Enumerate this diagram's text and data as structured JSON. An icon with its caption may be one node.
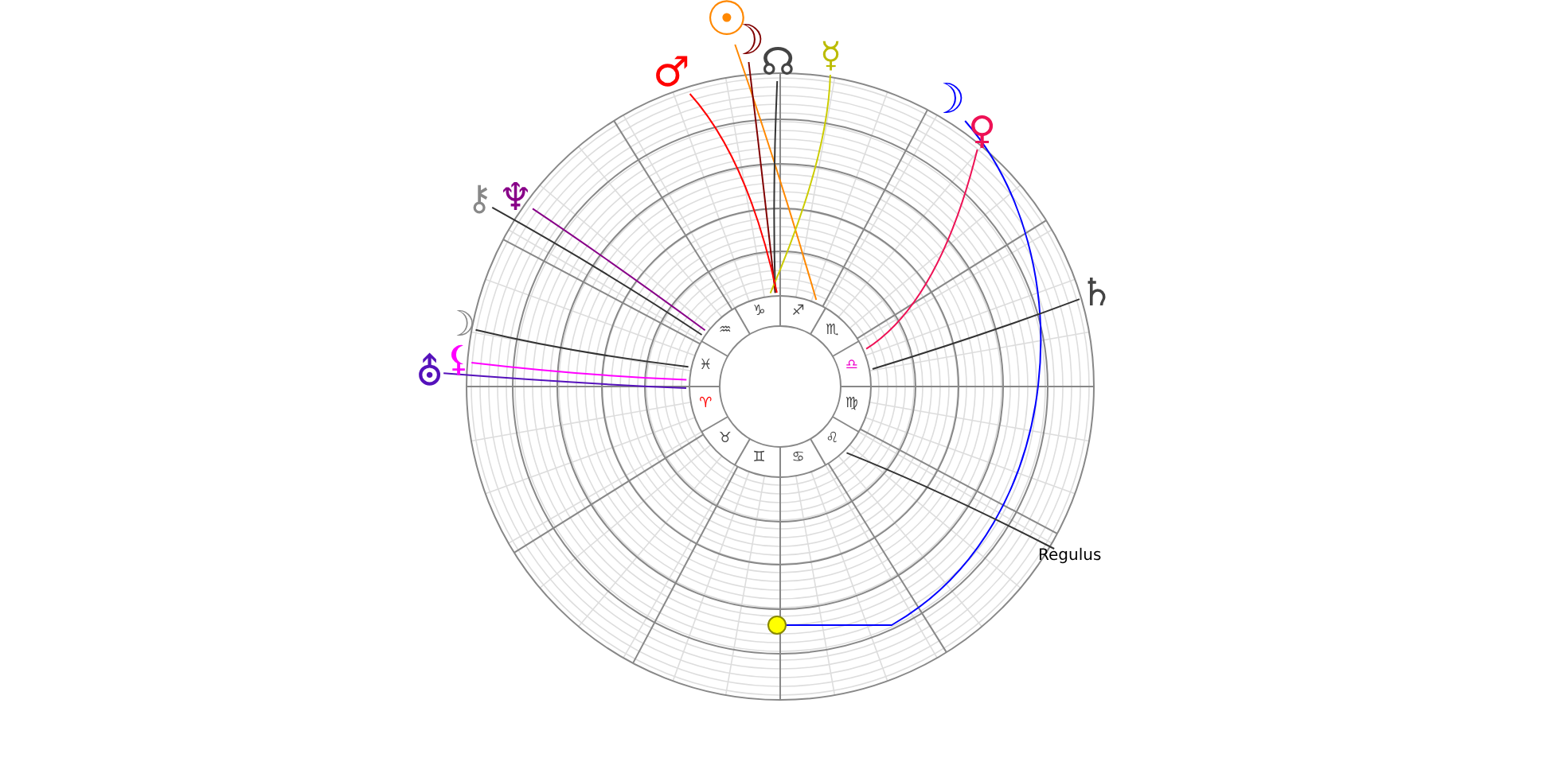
{
  "diagram": {
    "nodes": [
      {
        "text": [
          "☉"
        ]
      },
      {
        "text": [
          "☽"
        ]
      },
      {
        "text": [
          "☊"
        ]
      },
      {
        "text": [
          "☿"
        ]
      },
      {
        "text": [
          "♂"
        ]
      },
      {
        "text": [
          "☽"
        ]
      },
      {
        "text": [
          "♀"
        ]
      },
      {
        "text": [
          "♄"
        ]
      },
      {
        "text": [
          "⚷"
        ]
      },
      {
        "text": [
          "♆"
        ]
      },
      {
        "text": [
          "☽"
        ]
      },
      {
        "text": [
          "⛢"
        ]
      },
      {
        "text": [
          "⚸"
        ]
      },
      {
        "text": [
          "Regulus"
        ]
      },
      {
        "text": [],
        "shape": "circle"
      }
    ],
    "edges": [
      {
        "from": 0,
        "to": null,
        "arrow": "none",
        "color": "#ff8800"
      },
      {
        "from": 1,
        "to": null,
        "arrow": "none",
        "color": "#800000"
      },
      {
        "from": 2,
        "to": null,
        "arrow": "none"
      },
      {
        "from": 3,
        "to": null,
        "arrow": "none",
        "color": "#cccc00"
      },
      {
        "from": 4,
        "to": null,
        "arrow": "none",
        "color": "#ff0000"
      },
      {
        "from": 5,
        "to": 14,
        "arrow": "none",
        "color": "#0000ff"
      },
      {
        "from": 6,
        "to": null,
        "arrow": "none",
        "color": "#ee1155"
      },
      {
        "from": 7,
        "to": null,
        "arrow": "none"
      },
      {
        "from": 8,
        "to": null,
        "arrow": "none"
      },
      {
        "from": 9,
        "to": null,
        "arrow": "none",
        "color": "#880088"
      },
      {
        "from": 10,
        "to": null,
        "arrow": "none"
      },
      {
        "from": 11,
        "to": null,
        "arrow": "none",
        "color": "#5511bb"
      },
      {
        "from": 12,
        "to": null,
        "arrow": "none",
        "color": "#ff00ff"
      },
      {
        "from": 13,
        "to": null,
        "arrow": "none"
      }
    ],
    "labels": [
      "♈",
      "♉",
      "♊",
      "♋",
      "♌",
      "♍",
      "♎",
      "♏",
      "♐",
      "♑",
      "♒",
      "♓"
    ]
  }
}
